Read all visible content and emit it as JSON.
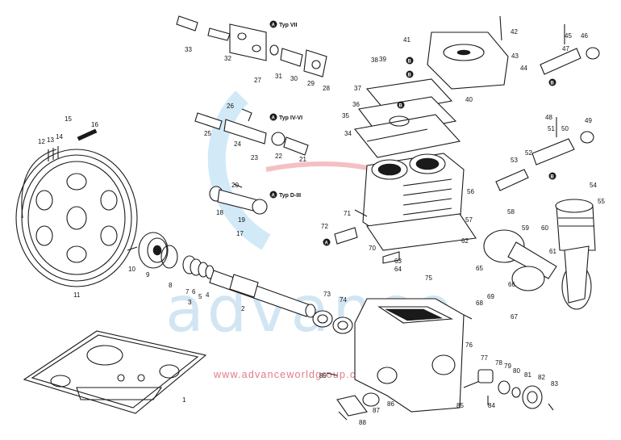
{
  "watermark": {
    "text": "advance",
    "url": "www.advanceworldgroup.com",
    "accent": "#5fa6d6",
    "url_color": "#e07a86",
    "swoosh_red": "#e04a55"
  },
  "variant_labels": {
    "typ_vii": "Typ VII",
    "typ_iv_vi": "Typ IV-VI",
    "typ_d_iii": "Typ D-III"
  },
  "circle_letters": {
    "a": "A",
    "b": "B"
  },
  "part_numbers": [
    "1",
    "2",
    "3",
    "4",
    "5",
    "6",
    "7",
    "8",
    "9",
    "10",
    "11",
    "12",
    "13",
    "14",
    "15",
    "16",
    "17",
    "18",
    "19",
    "20",
    "21",
    "22",
    "23",
    "24",
    "25",
    "26",
    "27",
    "28",
    "29",
    "30",
    "31",
    "32",
    "33",
    "34",
    "35",
    "36",
    "37",
    "38",
    "39",
    "40",
    "41",
    "42",
    "43",
    "44",
    "45",
    "46",
    "47",
    "48",
    "49",
    "50",
    "51",
    "52",
    "53",
    "54",
    "55",
    "56",
    "57",
    "58",
    "59",
    "60",
    "61",
    "62",
    "63",
    "64",
    "65",
    "66",
    "67",
    "68",
    "69",
    "70",
    "71",
    "72",
    "73",
    "74",
    "75",
    "76",
    "77",
    "78",
    "79",
    "80",
    "81",
    "82",
    "83",
    "84",
    "85",
    "86",
    "87",
    "88",
    "89"
  ]
}
